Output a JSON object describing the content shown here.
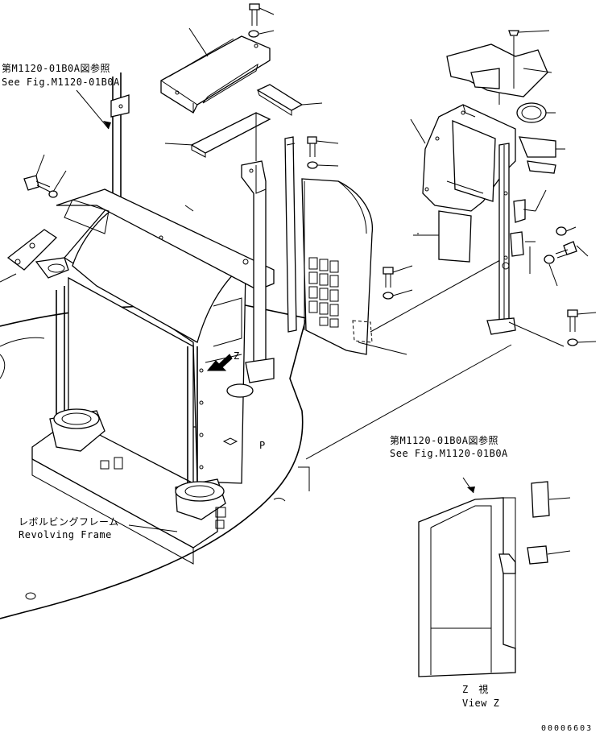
{
  "labels": {
    "ref_top_left_jp": "第M1120-01B0A図参照",
    "ref_top_left_en": "See Fig.M1120-01B0A",
    "ref_right_jp": "第M1120-01B0A図参照",
    "ref_right_en": "See Fig.M1120-01B0A",
    "frame_jp": "レボルビングフレーム",
    "frame_en": "Revolving Frame",
    "view_z_mark": "Z",
    "view_z_jp": "Z　視",
    "view_z_en": "View Z",
    "point_p": "P",
    "drawing_code": "00006603"
  }
}
